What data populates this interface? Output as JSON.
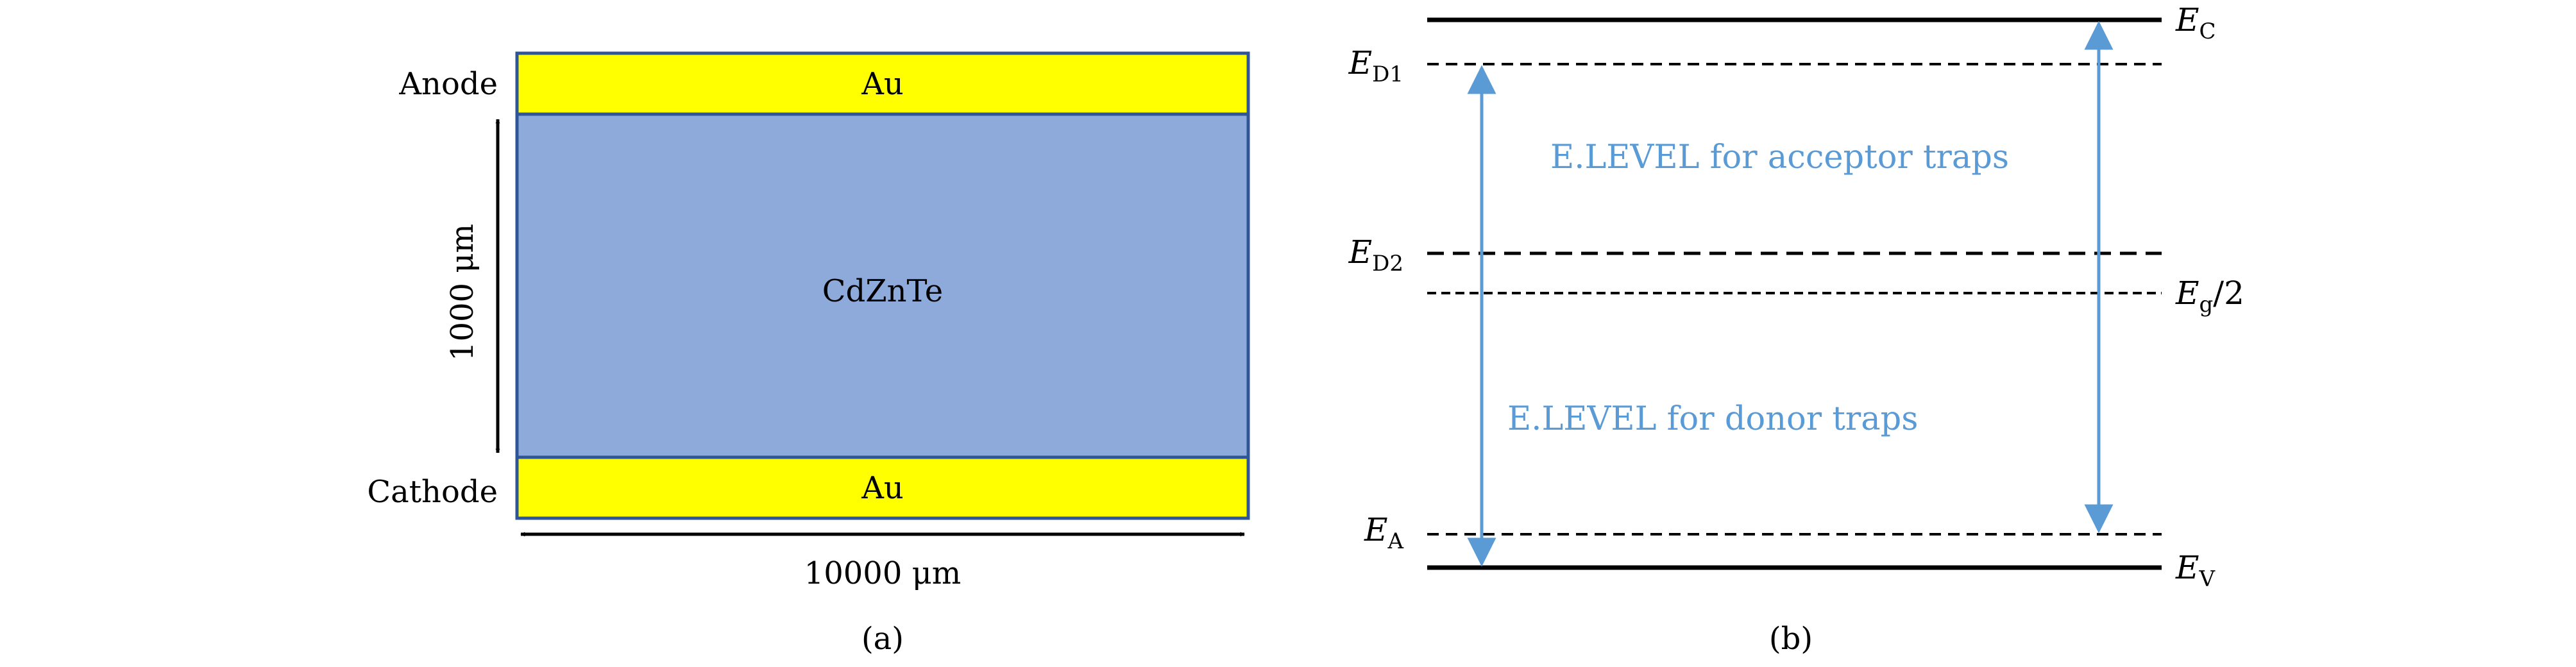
{
  "panel_a": {
    "caption": "(a)",
    "top_contact_label": "Au",
    "bottom_contact_label": "Au",
    "bulk_label": "CdZnTe",
    "anode_label": "Anode",
    "cathode_label": "Cathode",
    "thickness_label": "1000 μm",
    "width_label": "10000 μm",
    "colors": {
      "contact": "#ffff00",
      "bulk": "#8eaadb",
      "outline": "#2f5597"
    }
  },
  "panel_b": {
    "caption": "(b)",
    "ec": {
      "main": "E",
      "sub": "C"
    },
    "ed1": {
      "main": "E",
      "sub": "D1"
    },
    "ed2": {
      "main": "E",
      "sub": "D2"
    },
    "eg2": {
      "main": "E",
      "sub": "g",
      "suffix": "/2"
    },
    "ea": {
      "main": "E",
      "sub": "A"
    },
    "ev": {
      "main": "E",
      "sub": "V"
    },
    "acceptor_label": "E.LEVEL for acceptor traps",
    "donor_label": "E.LEVEL for donor traps",
    "colors": {
      "arrow": "#5b9bd5",
      "line": "#000000"
    }
  }
}
